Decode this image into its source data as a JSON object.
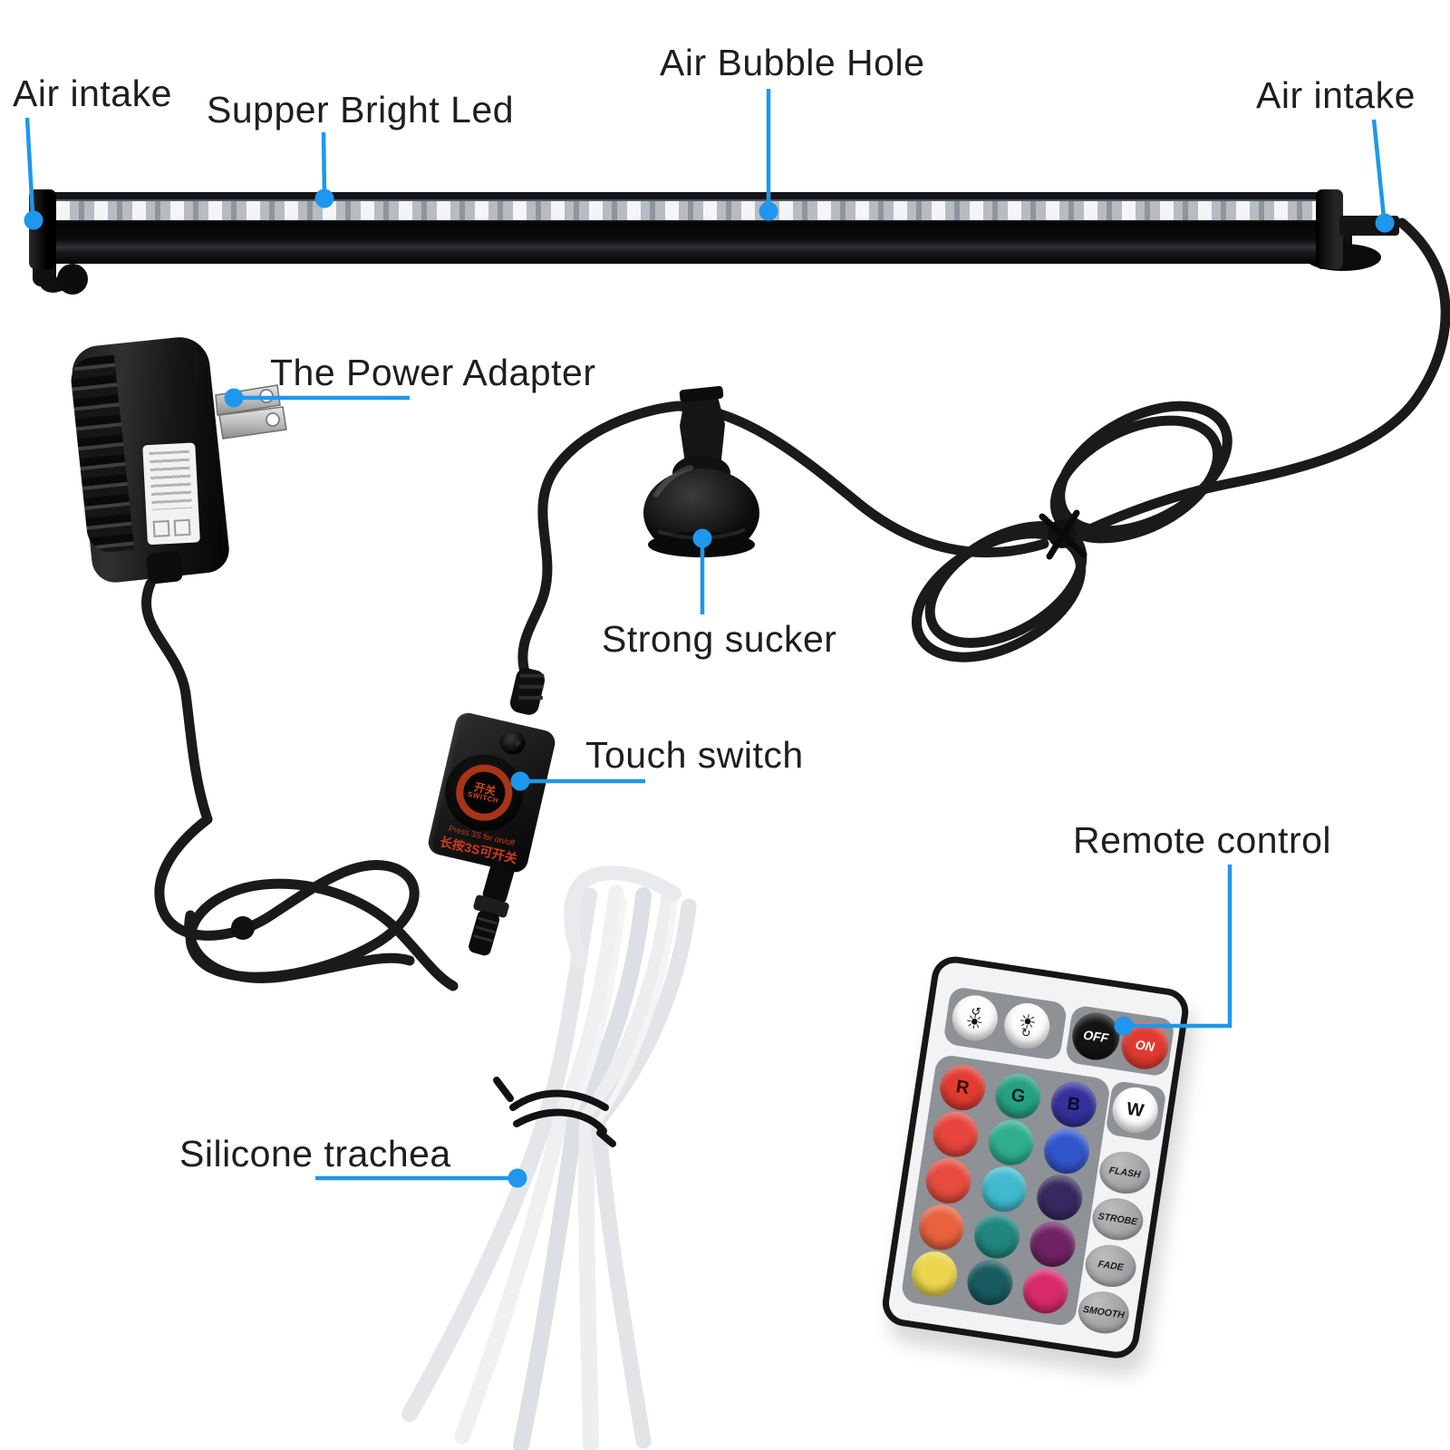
{
  "labels": {
    "air_intake_left": "Air intake",
    "supper_bright_led": "Supper Bright Led",
    "air_bubble_hole": "Air Bubble Hole",
    "air_intake_right": "Air intake",
    "power_adapter": "The Power Adapter",
    "strong_sucker": "Strong sucker",
    "touch_switch": "Touch switch",
    "remote_control": "Remote control",
    "silicone_trachea": "Silicone trachea"
  },
  "colors": {
    "callout_blue": "#1e97ec",
    "label_text": "#1e1e1e",
    "switch_print_red": "#cf3a1c"
  },
  "touch_switch_device": {
    "center_cn": "开关",
    "center_en": "SWITCH",
    "print_line1": "Press 3S for on/off",
    "print_line2": "长按3S可开关"
  },
  "remote": {
    "brightness_buttons": [
      {
        "icon": "brightness-up-icon",
        "sun": "☀",
        "arrow": "↺"
      },
      {
        "icon": "brightness-down-icon",
        "sun": "☀",
        "arrow": "↻"
      }
    ],
    "power_buttons": [
      {
        "label": "OFF",
        "bg": "#141414",
        "fg": "#ffffff"
      },
      {
        "label": "ON",
        "bg": "#e03a30",
        "fg": "#ffffff"
      }
    ],
    "w_button": {
      "label": "W",
      "bg": "#ffffff"
    },
    "color_grid": [
      [
        {
          "bg": "#e23b31",
          "label": "R"
        },
        {
          "bg": "#25a183",
          "label": "G"
        },
        {
          "bg": "#34319c",
          "label": "B"
        }
      ],
      [
        {
          "bg": "#e8453c"
        },
        {
          "bg": "#2fae8e"
        },
        {
          "bg": "#3056cc"
        }
      ],
      [
        {
          "bg": "#e74c3e"
        },
        {
          "bg": "#41bacf"
        },
        {
          "bg": "#36295f"
        }
      ],
      [
        {
          "bg": "#e9613e"
        },
        {
          "bg": "#20867e"
        },
        {
          "bg": "#6f2364"
        }
      ],
      [
        {
          "bg": "#edd64d"
        },
        {
          "bg": "#175a60"
        },
        {
          "bg": "#d82a6a"
        }
      ]
    ],
    "mode_buttons": [
      "FLASH",
      "STROBE",
      "FADE",
      "SMOOTH"
    ]
  }
}
